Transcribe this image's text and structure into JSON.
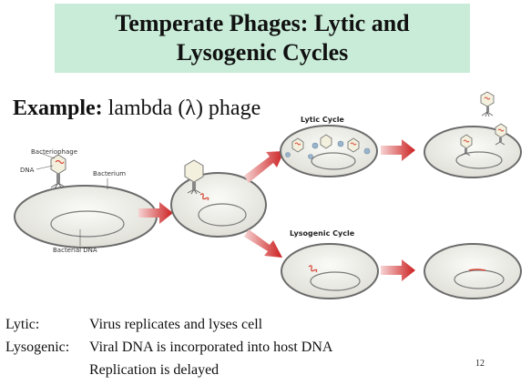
{
  "title": {
    "line1": "Temperate Phages: Lytic and",
    "line2": "Lysogenic Cycles"
  },
  "example": {
    "label": "Example:",
    "text": " lambda (λ) phage"
  },
  "diagram": {
    "labels": {
      "bacteriophage": "Bacteriophage",
      "dna": "DNA",
      "bacterium": "Bacterium",
      "bacterial_dna": "Bacterial DNA",
      "lytic_cycle": "Lytic Cycle",
      "lysogenic_cycle": "Lysogenic Cycle"
    },
    "colors": {
      "cell_outline": "#6b6b6b",
      "cell_fill": "#efefea",
      "arrow": "#cc1f1f",
      "viral_dna": "#d84a3a"
    }
  },
  "legend": {
    "lytic_term": "Lytic:",
    "lytic_desc": "Virus replicates and lyses cell",
    "lysogenic_term": "Lysogenic:",
    "lysogenic_desc": "Viral DNA is incorporated into host DNA",
    "lysogenic_desc2": "Replication is delayed"
  },
  "page_number": "12"
}
